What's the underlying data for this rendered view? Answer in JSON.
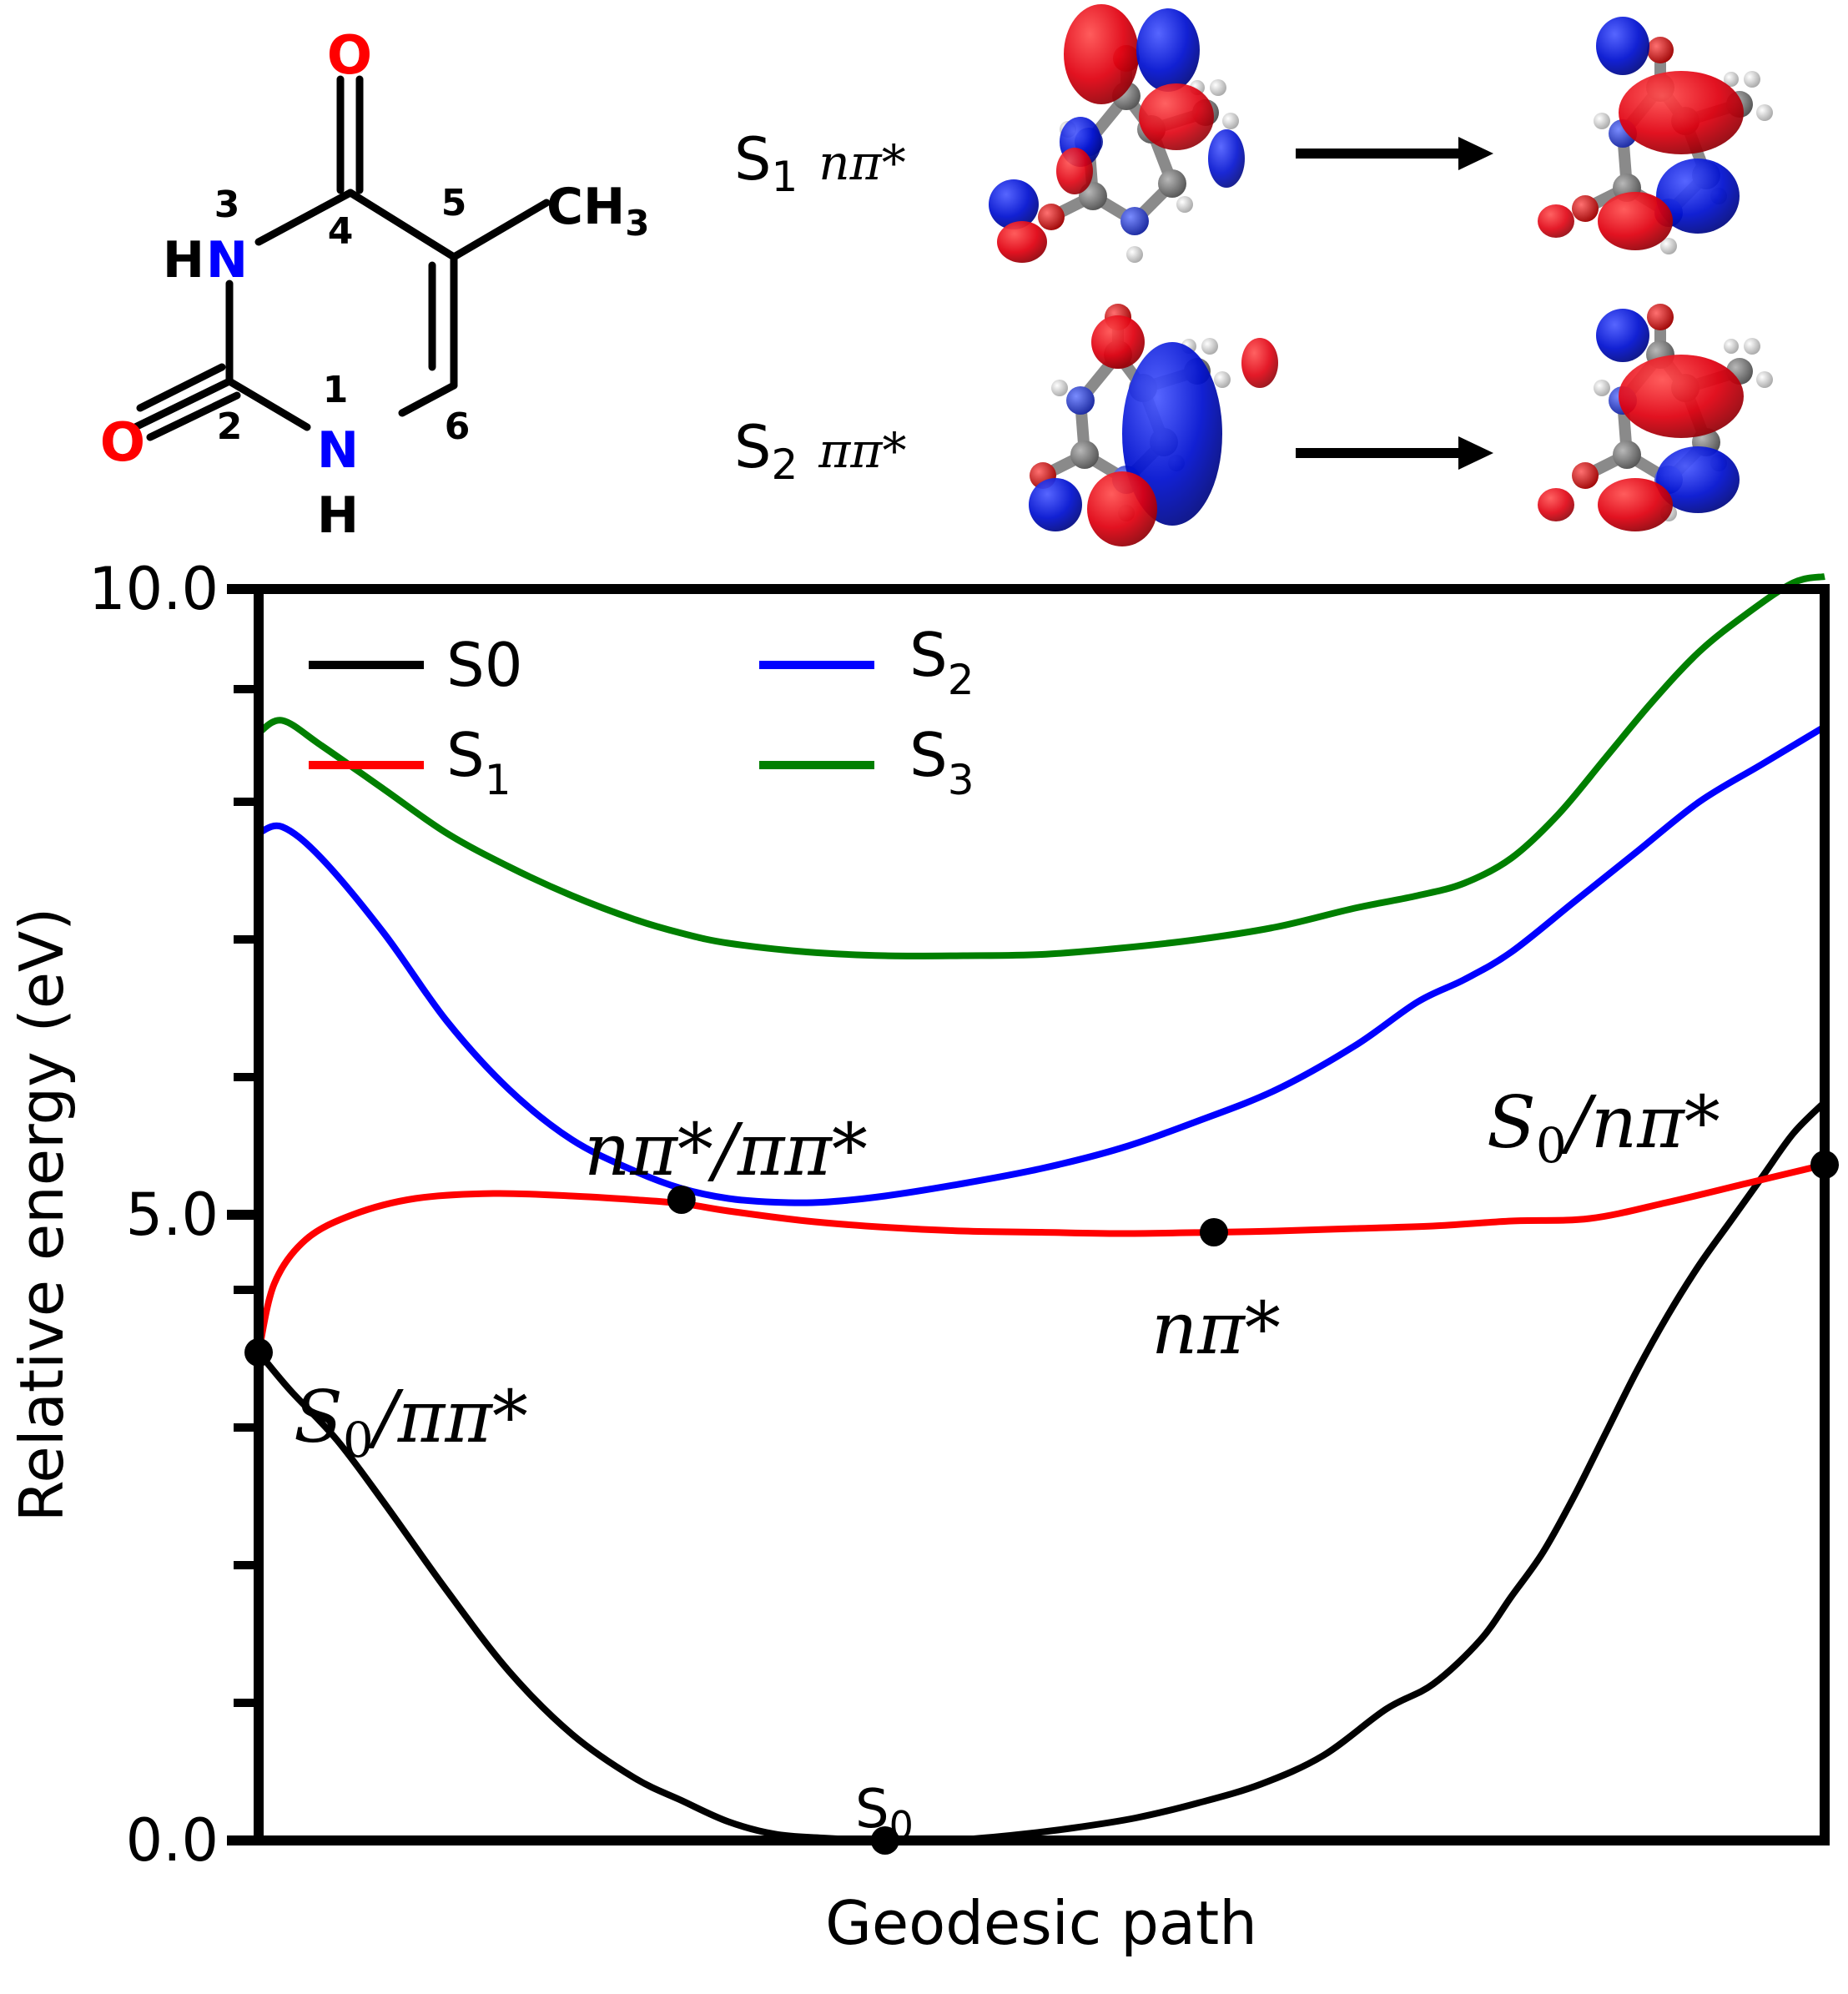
{
  "structure": {
    "atoms": [
      {
        "id": "O4",
        "text": "O",
        "color": "#ff0000"
      },
      {
        "id": "N3",
        "text": "N",
        "color": "#0000ff"
      },
      {
        "id": "H3",
        "text": "H",
        "color": "#000000"
      },
      {
        "id": "O2",
        "text": "O",
        "color": "#ff0000"
      },
      {
        "id": "N1",
        "text": "N",
        "color": "#0000ff"
      },
      {
        "id": "H1",
        "text": "H",
        "color": "#000000"
      },
      {
        "id": "CH3",
        "text": "CH",
        "sub": "3",
        "color": "#000000"
      }
    ],
    "numbers": [
      "1",
      "2",
      "3",
      "4",
      "5",
      "6"
    ]
  },
  "transitions": [
    {
      "state": "S",
      "sub": "1",
      "character": "nπ*"
    },
    {
      "state": "S",
      "sub": "2",
      "character": "ππ*"
    }
  ],
  "orbital_colors": {
    "positive": "#e00010",
    "negative": "#0010d0",
    "carbon": "#7a7a7a",
    "nitrogen": "#2040c0",
    "oxygen": "#d01010",
    "hydrogen": "#e8e8e8"
  },
  "chart_data": {
    "type": "line",
    "xlabel": "Geodesic path",
    "ylabel": "Relative energy (eV)",
    "ylim": [
      0,
      10
    ],
    "xlim": [
      0,
      1
    ],
    "yticks": [
      "0.0",
      "5.0",
      "10.0"
    ],
    "minor_yticks": [
      1.1,
      2.2,
      3.3,
      4.4,
      6.1,
      7.2,
      8.3,
      9.2
    ],
    "grid": false,
    "legend_position": "top-left",
    "series": [
      {
        "name": "S",
        "sub": "0",
        "color": "#000000",
        "x": [
          0,
          0.02,
          0.05,
          0.08,
          0.12,
          0.16,
          0.2,
          0.24,
          0.27,
          0.3,
          0.33,
          0.36,
          0.4,
          0.44,
          0.48,
          0.52,
          0.56,
          0.6,
          0.64,
          0.68,
          0.72,
          0.75,
          0.78,
          0.8,
          0.82,
          0.84,
          0.86,
          0.88,
          0.9,
          0.92,
          0.94,
          0.96,
          0.98,
          1.0
        ],
        "y": [
          3.9,
          3.6,
          3.2,
          2.7,
          2.0,
          1.35,
          0.85,
          0.5,
          0.32,
          0.15,
          0.05,
          0.02,
          0.0,
          0.0,
          0.04,
          0.1,
          0.18,
          0.3,
          0.45,
          0.68,
          1.05,
          1.25,
          1.6,
          1.95,
          2.3,
          2.75,
          3.25,
          3.75,
          4.2,
          4.6,
          4.95,
          5.3,
          5.65,
          5.9
        ]
      },
      {
        "name": "S",
        "sub": "1",
        "color": "#ff0000",
        "x": [
          0,
          0.01,
          0.03,
          0.06,
          0.1,
          0.15,
          0.2,
          0.24,
          0.27,
          0.3,
          0.35,
          0.4,
          0.45,
          0.5,
          0.55,
          0.61,
          0.65,
          0.7,
          0.75,
          0.8,
          0.85,
          0.9,
          0.95,
          1.0
        ],
        "y": [
          3.9,
          4.45,
          4.8,
          5.0,
          5.13,
          5.17,
          5.15,
          5.12,
          5.09,
          5.03,
          4.95,
          4.9,
          4.87,
          4.86,
          4.85,
          4.86,
          4.87,
          4.89,
          4.91,
          4.95,
          4.97,
          5.1,
          5.25,
          5.4
        ]
      },
      {
        "name": "S",
        "sub": "2",
        "color": "#0000ff",
        "x": [
          0,
          0.015,
          0.04,
          0.08,
          0.12,
          0.16,
          0.2,
          0.24,
          0.27,
          0.3,
          0.33,
          0.36,
          0.4,
          0.45,
          0.5,
          0.55,
          0.6,
          0.65,
          0.7,
          0.74,
          0.77,
          0.8,
          0.84,
          0.88,
          0.92,
          0.96,
          1.0
        ],
        "y": [
          8.05,
          8.1,
          7.85,
          7.25,
          6.55,
          6.0,
          5.6,
          5.35,
          5.21,
          5.13,
          5.1,
          5.1,
          5.15,
          5.25,
          5.37,
          5.53,
          5.75,
          6.0,
          6.35,
          6.7,
          6.88,
          7.1,
          7.5,
          7.9,
          8.3,
          8.6,
          8.9
        ]
      },
      {
        "name": "S",
        "sub": "3",
        "color": "#007f00",
        "x": [
          0,
          0.015,
          0.04,
          0.08,
          0.12,
          0.16,
          0.2,
          0.24,
          0.27,
          0.3,
          0.35,
          0.4,
          0.45,
          0.5,
          0.55,
          0.6,
          0.65,
          0.7,
          0.74,
          0.77,
          0.8,
          0.83,
          0.86,
          0.89,
          0.92,
          0.95,
          0.98,
          1.0
        ],
        "y": [
          8.85,
          8.95,
          8.75,
          8.4,
          8.05,
          7.78,
          7.55,
          7.36,
          7.25,
          7.17,
          7.1,
          7.07,
          7.07,
          7.08,
          7.13,
          7.2,
          7.3,
          7.45,
          7.55,
          7.65,
          7.85,
          8.2,
          8.65,
          9.1,
          9.5,
          9.8,
          10.05,
          10.1
        ]
      }
    ],
    "annotations": [
      {
        "label": "S0/ππ*",
        "x": 0.0,
        "y": 3.9
      },
      {
        "label": "nπ*/ππ*",
        "x": 0.27,
        "y": 5.12
      },
      {
        "label": "nπ*",
        "x": 0.61,
        "y": 4.86
      },
      {
        "label": "S0/nπ*",
        "x": 1.0,
        "y": 5.4
      },
      {
        "label": "S0",
        "x": 0.4,
        "y": 0.0
      }
    ]
  }
}
